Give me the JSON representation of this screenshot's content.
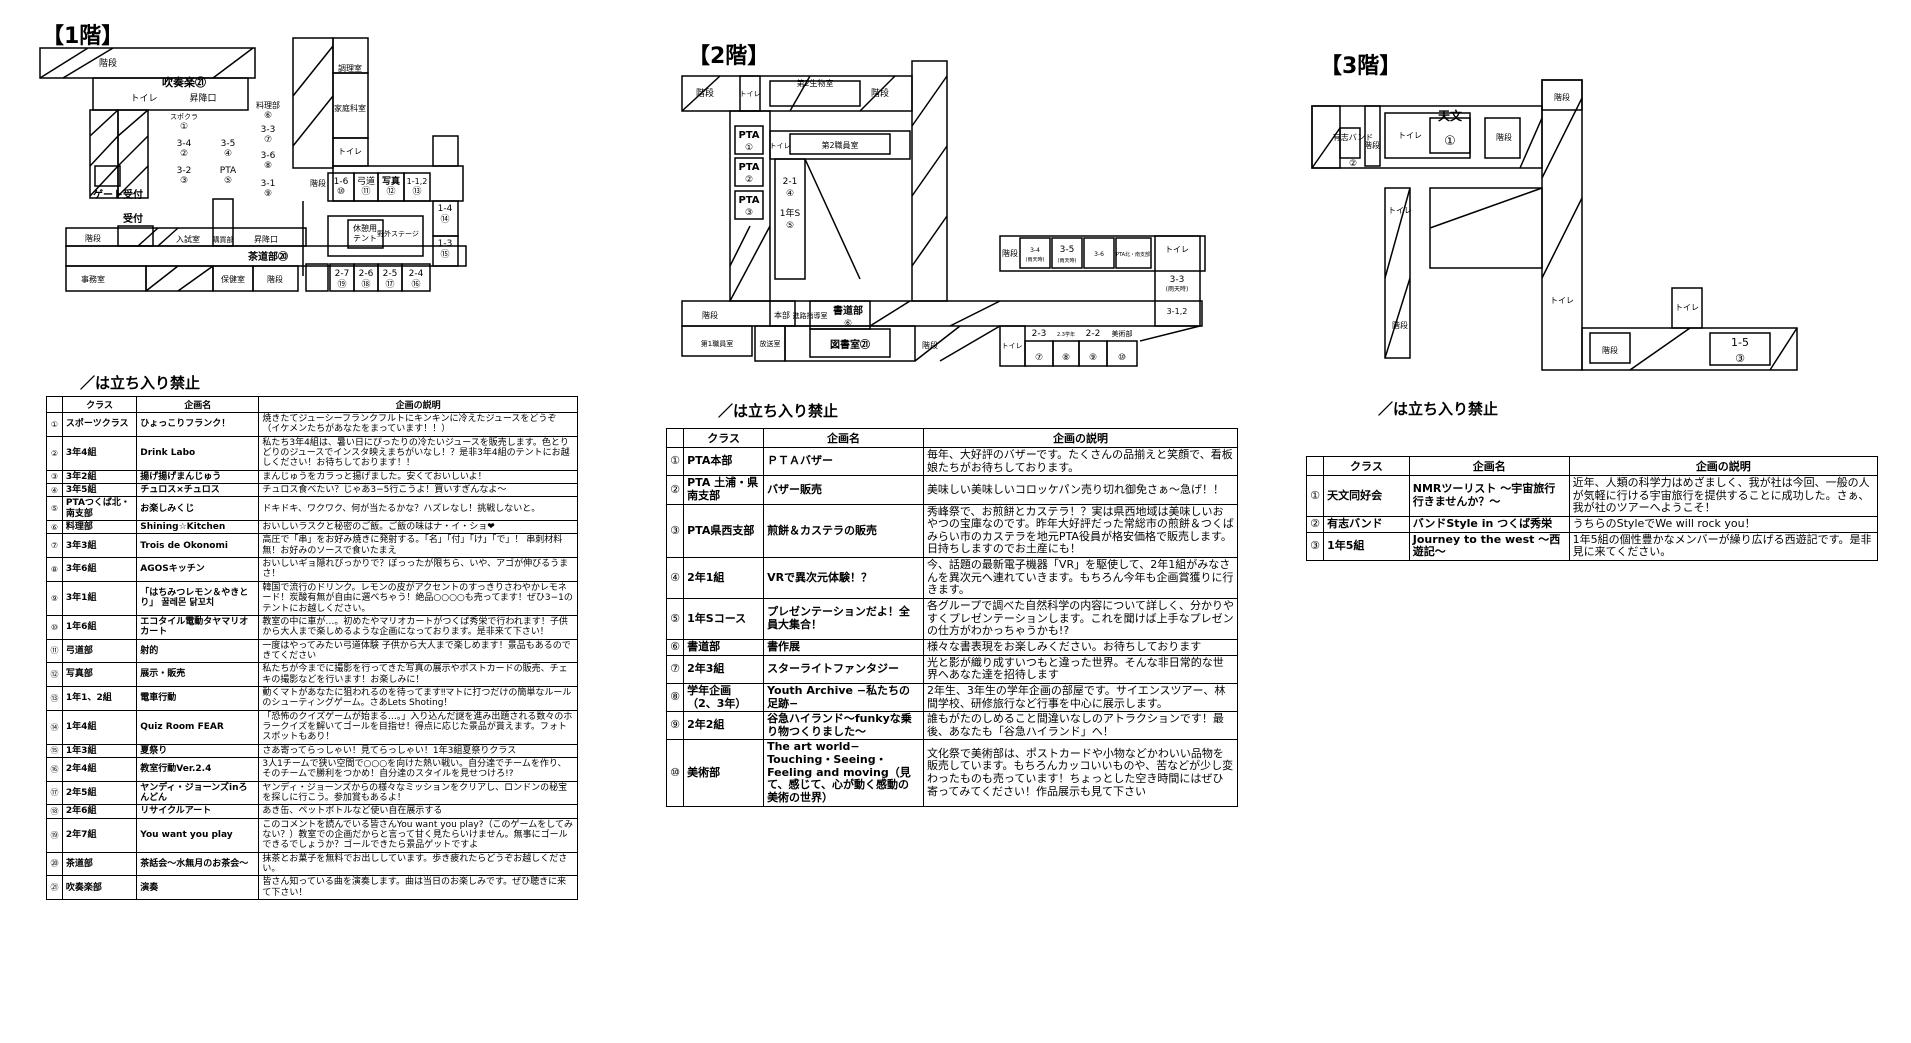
{
  "floors": [
    {
      "title": "【1階】",
      "no_entry_note": "／は立ち入り禁止",
      "rooms": {
        "stairs": "階段",
        "toilet": "トイレ",
        "suisougaku": "吹奏楽㉑",
        "shokoguchi": "昇降口",
        "ryoribu": "料理部",
        "ryoribu_no": "⑥",
        "cooking": "調理室",
        "kateika": "家庭科室",
        "spokura": "スポクラ",
        "spokura_no": "①",
        "c34": "3-4",
        "c34_no": "②",
        "c35": "3-5",
        "c35_no": "④",
        "c33": "3-3",
        "c33_no": "⑦",
        "c32": "3-2",
        "c32_no": "③",
        "pta": "PTA",
        "pta_no": "⑤",
        "c36": "3-6",
        "c36_no": "⑧",
        "c31": "3-1",
        "c31_no": "⑨",
        "c16": "1-6",
        "c16_no": "⑩",
        "kyudo": "弓道",
        "kyudo_no": "⑪",
        "shashin": "写真",
        "shashin_no": "⑫",
        "c112": "1-1,2",
        "c112_no": "⑬",
        "c14": "1-4",
        "c14_no": "⑭",
        "c13": "1-3",
        "c13_no": "⑮",
        "gate": "ゲート",
        "uketsuke": "受付",
        "kyukeiyo": "休憩用",
        "tent": "テント",
        "yagai": "野外ステージ",
        "nyushi": "入試室",
        "kobai": "購買部",
        "sadobu": "茶道部⑳",
        "jimushitsu": "事務室",
        "hokenshitsu": "保健室",
        "c27": "2-7",
        "c27_no": "⑲",
        "c26": "2-6",
        "c26_no": "⑱",
        "c25": "2-5",
        "c25_no": "⑰",
        "c24": "2-4",
        "c24_no": "⑯"
      },
      "table": {
        "headers": [
          "",
          "クラス",
          "企画名",
          "企画の説明"
        ],
        "rows": [
          {
            "no": "①",
            "cls": "スポーツクラス",
            "name": "ひょっこりフランク！",
            "desc": "焼きたてジューシーフランクフルトにキンキンに冷えたジュースをどうぞ（イケメンたちがあなたをまっています！！）"
          },
          {
            "no": "②",
            "cls": "3年4組",
            "name": "Drink Labo",
            "desc": "私たち3年4組は、暑い日にぴったりの冷たいジュースを販売します。色とりどりのジュースでインスタ映えまちがいなし！？是非3年4組のテントにお越しください！お待ちしております！！"
          },
          {
            "no": "③",
            "cls": "3年2組",
            "name": "揚げ揚げまんじゅう",
            "desc": "まんじゅうをカラっと揚げました。安くておいしいよ！"
          },
          {
            "no": "④",
            "cls": "3年5組",
            "name": "チュロス×チュロス",
            "desc": "チュロス食べたい？じゃあ3−5行こうよ！買いすぎんなよ〜"
          },
          {
            "no": "⑤",
            "cls": "PTAつくば北・南支部",
            "name": "お楽しみくじ",
            "desc": "ドキドキ、ワクワク、何が当たるかな？ハズレなし！挑戦しないと。"
          },
          {
            "no": "⑥",
            "cls": "料理部",
            "name": "Shining☆Kitchen",
            "desc": "おいしいラスクと秘密のご飯。ご飯の味はナ・イ・ショ❤"
          },
          {
            "no": "⑦",
            "cls": "3年3組",
            "name": "Trois de Okonomi",
            "desc": "高圧で「串」をお好み焼きに発射する。「名」「付」「け」「で」！ 串刺材料無！お好みのソースで食いたまえ"
          },
          {
            "no": "⑧",
            "cls": "3年6組",
            "name": "AGOSキッチン",
            "desc": "おいしいギョ隠れびっかりで？ぼっったが限ちら、いや、アゴが伸びるうまさ！"
          },
          {
            "no": "⑨",
            "cls": "3年1組",
            "name": "「はちみつレモン＆やきとり」 꿀레몬 닭꼬치",
            "desc": "韓国で流行のドリンク。レモンの皮がアクセントのすっきりさわやかレモネード！炭酸有無が自由に選べちゃう！絶品○○○○も売ってます！ぜひ3−1のテントにお越しください。"
          },
          {
            "no": "⑩",
            "cls": "1年6組",
            "name": "エコタイル電動タヤマリオカート",
            "desc": "教室の中に車が…。初めたやマリオカートがつくば秀栄で行われます！子供から大人まで楽しめるような企画になっております。是非来て下さい！"
          },
          {
            "no": "⑪",
            "cls": "弓道部",
            "name": "射的",
            "desc": "一度はやってみたい弓道体験 子供から大人まで楽しめます！景品もあるのできてください"
          },
          {
            "no": "⑫",
            "cls": "写真部",
            "name": "展示・販売",
            "desc": "私たちが今までに撮影を行ってきた写真の展示やポストカードの販売、チェキの撮影などを行います！お楽しみに！"
          },
          {
            "no": "⑬",
            "cls": "1年1、2組",
            "name": "電車行動",
            "desc": "動くマトがあなたに狙われるのを待ってます‼マトに打つだけの簡単なルールのシューティングゲーム。さあLets Shoting！"
          },
          {
            "no": "⑭",
            "cls": "1年4組",
            "name": "Quiz Room FEAR",
            "desc": "「恐怖のクイズゲームが始まる…。」入り込んだ謎を進み出題される数々のホラークイズを解いてゴールを目指せ！得点に応じた景品が貰えます。フォトスポットもあり！"
          },
          {
            "no": "⑮",
            "cls": "1年3組",
            "name": "夏祭り",
            "desc": "さあ寄ってらっしゃい！見てらっしゃい！1年3組夏祭りクラス"
          },
          {
            "no": "⑯",
            "cls": "2年4組",
            "name": "教室行動Ver.2.4",
            "desc": "3人1チームで狭い空間で○○○を向けた熱い戦い。自分達でチームを作り、そのチームで勝利をつかめ！自分達のスタイルを見せつけろ!?"
          },
          {
            "no": "⑰",
            "cls": "2年5組",
            "name": "ヤンディ・ジョーンズinろんどん",
            "desc": "ヤンディ・ジョーンズからの様々なミッションをクリアし、ロンドンの秘宝を探しに行こう。参加賞もあるよ！"
          },
          {
            "no": "⑱",
            "cls": "2年6組",
            "name": "リサイクルアート",
            "desc": "あき缶、ペットボトルなど使い自在展示する"
          },
          {
            "no": "⑲",
            "cls": "2年7組",
            "name": "You want you play",
            "desc": "このコメントを読んでいる皆さんYou want you play?（このゲームをしてみない？）教室での企画だからと言って甘く見たらいけません。無事にゴールできるでしょうか？ゴールできたら景品ゲットですよ"
          },
          {
            "no": "⑳",
            "cls": "茶道部",
            "name": "茶話会〜水無月のお茶会〜",
            "desc": "抹茶とお菓子を無料でお出ししています。歩き疲れたらどうぞお越しください。"
          },
          {
            "no": "㉑",
            "cls": "吹奏楽部",
            "name": "演奏",
            "desc": "皆さん知っている曲を演奏します。曲は当日のお楽しみです。ぜひ聴きに来て下さい！"
          }
        ]
      }
    },
    {
      "title": "【2階】",
      "no_entry_note": "／は立ち入り禁止",
      "rooms": {
        "stairs": "階段",
        "toilet": "トイレ",
        "biology2": "第2生物室",
        "shokuin2": "第2職員室",
        "pta": "PTA",
        "pta1": "①",
        "pta2": "②",
        "pta3": "③",
        "c21": "2-1",
        "c21_no": "④",
        "c1s": "1年S",
        "c1s_no": "⑤",
        "c34": "3-4",
        "c34_sub": "(雨天時)",
        "c35": "3-5",
        "c35_sub": "(雨天時)",
        "c36": "3-6",
        "ptakitan": "PTA北・南支部",
        "c33": "3-3",
        "c33_sub": "(雨天時)",
        "c312": "3-1,2",
        "honbu": "本部",
        "shinro": "進路指導室",
        "shodobu": "書道部",
        "shodobu_no": "⑥",
        "shokuin1": "第1職員室",
        "hoso": "放送室",
        "toshoshitsu": "図書室㉑",
        "c23": "2-3",
        "c23_no": "⑦",
        "c23b": "2.3学年",
        "c23b_no": "⑧",
        "c22": "2-2",
        "c22_no": "⑨",
        "bijutsu": "美術部",
        "bijutsu_no": "⑩"
      },
      "table": {
        "headers": [
          "",
          "クラス",
          "企画名",
          "企画の説明"
        ],
        "rows": [
          {
            "no": "①",
            "cls": "PTA本部",
            "name": "ＰＴＡバザー",
            "desc": "毎年、大好評のバザーです。たくさんの品揃えと笑顔で、看板娘たちがお待ちしております。"
          },
          {
            "no": "②",
            "cls": "PTA 土浦・県南支部",
            "name": "バザー販売",
            "desc": "美味しい美味しいコロッケパン売り切れ御免さぁ〜急げ！！"
          },
          {
            "no": "③",
            "cls": "PTA県西支部",
            "name": "煎餅＆カステラの販売",
            "desc": "秀峰祭で、お煎餅とカステラ！？実は県西地域は美味しいおやつの宝庫なのです。昨年大好評だった常総市の煎餅＆つくばみらい市のカステラを地元PTA役員が格安価格で販売します。日持ちしますのでお土産にも！"
          },
          {
            "no": "④",
            "cls": "2年1組",
            "name": "VRで異次元体験！？",
            "desc": "今、話題の最新電子機器「VR」を駆使して、2年1組がみなさんを異次元へ連れていきます。もちろん今年も企画賞獲りに行きます。"
          },
          {
            "no": "⑤",
            "cls": "1年Sコース",
            "name": "プレゼンテーションだよ！全員大集合！",
            "desc": "各グループで調べた自然科学の内容について詳しく、分かりやすくプレゼンテーションします。これを聞けば上手なプレゼンの仕方がわかっちゃうかも!?"
          },
          {
            "no": "⑥",
            "cls": "書道部",
            "name": "書作展",
            "desc": "様々な書表現をお楽しみください。お待ちしております"
          },
          {
            "no": "⑦",
            "cls": "2年3組",
            "name": "スターライトファンタジー",
            "desc": "光と影が織り成すいつもと違った世界。そんな非日常的な世界へあなた達を招待します"
          },
          {
            "no": "⑧",
            "cls": "学年企画（2、3年）",
            "name": "Youth Archive −私たちの足跡−",
            "desc": "2年生、3年生の学年企画の部屋です。サイエンスツアー、林間学校、研修旅行など行事を中心に展示します。"
          },
          {
            "no": "⑨",
            "cls": "2年2組",
            "name": "谷急ハイランド〜funkyな乗り物つくりました〜",
            "desc": "誰もがたのしめること間違いなしのアトラクションです！最後、あなたも「谷急ハイランド」へ！"
          },
          {
            "no": "⑩",
            "cls": "美術部",
            "name": "The art world− Touching・Seeing・Feeling and moving（見て、感じて、心が動く感動の美術の世界）",
            "desc": "文化祭で美術部は、ポストカードや小物などかわいい品物を販売しています。もちろんカッコいいものや、苦などが少し変わったものも売っています！ちょっとした空き時間にはぜひ寄ってみてください！作品展示も見て下さい"
          }
        ]
      }
    },
    {
      "title": "【3階】",
      "no_entry_note": "／は立ち入り禁止",
      "rooms": {
        "stairs": "階段",
        "toilet": "トイレ",
        "tenmon": "天文",
        "tenmon_no": "①",
        "yushi": "有志バンド",
        "yushi_no": "②",
        "c15": "1-5",
        "c15_no": "③"
      },
      "table": {
        "headers": [
          "",
          "クラス",
          "企画名",
          "企画の説明"
        ],
        "rows": [
          {
            "no": "①",
            "cls": "天文同好会",
            "name": "NMRツーリスト 〜宇宙旅行行きませんか？〜",
            "desc": "近年、人類の科学力はめざましく、我が社は今回、一般の人が気軽に行ける宇宙旅行を提供することに成功した。さぁ、我が社のツアーへようこそ！"
          },
          {
            "no": "②",
            "cls": "有志バンド",
            "name": "バンドStyle in つくば秀栄",
            "desc": "うちらのStyleでWe will rock you！"
          },
          {
            "no": "③",
            "cls": "1年5組",
            "name": "Journey to the west 〜西遊記〜",
            "desc": "1年5組の個性豊かなメンバーが繰り広げる西遊記です。是非見に来てください。"
          }
        ]
      }
    }
  ]
}
